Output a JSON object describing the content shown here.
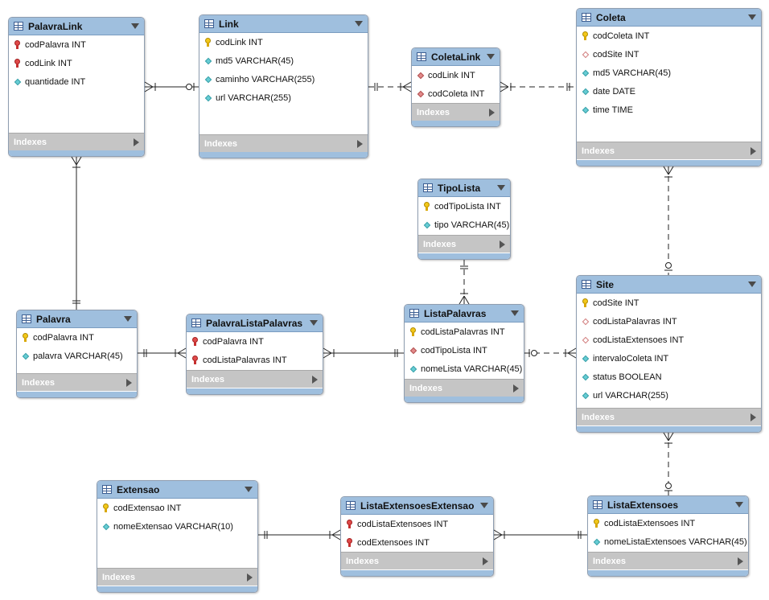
{
  "indexes_label": "Indexes",
  "tables": {
    "palavralink": {
      "name": "PalavraLink",
      "cols": [
        {
          "name": "codPalavra INT",
          "icon": "foreign-key-icon"
        },
        {
          "name": "codLink INT",
          "icon": "foreign-key-icon"
        },
        {
          "name": "quantidade INT",
          "icon": "column-icon"
        }
      ]
    },
    "link": {
      "name": "Link",
      "cols": [
        {
          "name": "codLink INT",
          "icon": "primary-key-icon"
        },
        {
          "name": "md5 VARCHAR(45)",
          "icon": "column-icon"
        },
        {
          "name": "caminho VARCHAR(255)",
          "icon": "column-icon"
        },
        {
          "name": "url VARCHAR(255)",
          "icon": "column-icon"
        }
      ]
    },
    "coletalink": {
      "name": "ColetaLink",
      "cols": [
        {
          "name": "codLink INT",
          "icon": "fk-column-icon"
        },
        {
          "name": "codColeta INT",
          "icon": "fk-column-icon"
        }
      ]
    },
    "coleta": {
      "name": "Coleta",
      "cols": [
        {
          "name": "codColeta INT",
          "icon": "primary-key-icon"
        },
        {
          "name": "codSite INT",
          "icon": "nullable-fk-icon"
        },
        {
          "name": "md5 VARCHAR(45)",
          "icon": "column-icon"
        },
        {
          "name": "date DATE",
          "icon": "column-icon"
        },
        {
          "name": "time TIME",
          "icon": "column-icon"
        }
      ]
    },
    "tipolista": {
      "name": "TipoLista",
      "cols": [
        {
          "name": "codTipoLista INT",
          "icon": "primary-key-icon"
        },
        {
          "name": "tipo VARCHAR(45)",
          "icon": "column-icon"
        }
      ]
    },
    "palavra": {
      "name": "Palavra",
      "cols": [
        {
          "name": "codPalavra INT",
          "icon": "primary-key-icon"
        },
        {
          "name": "palavra VARCHAR(45)",
          "icon": "column-icon"
        }
      ]
    },
    "palavralistapalavras": {
      "name": "PalavraListaPalavras",
      "cols": [
        {
          "name": "codPalavra INT",
          "icon": "foreign-key-icon"
        },
        {
          "name": "codListaPalavras INT",
          "icon": "foreign-key-icon"
        }
      ]
    },
    "listapalavras": {
      "name": "ListaPalavras",
      "cols": [
        {
          "name": "codListaPalavras INT",
          "icon": "primary-key-icon"
        },
        {
          "name": "codTipoLista INT",
          "icon": "fk-column-icon"
        },
        {
          "name": "nomeLista VARCHAR(45)",
          "icon": "column-icon"
        }
      ]
    },
    "site": {
      "name": "Site",
      "cols": [
        {
          "name": "codSite INT",
          "icon": "primary-key-icon"
        },
        {
          "name": "codListaPalavras INT",
          "icon": "nullable-fk-icon"
        },
        {
          "name": "codListaExtensoes INT",
          "icon": "nullable-fk-icon"
        },
        {
          "name": "intervaloColeta INT",
          "icon": "column-icon"
        },
        {
          "name": "status BOOLEAN",
          "icon": "column-icon"
        },
        {
          "name": "url VARCHAR(255)",
          "icon": "column-icon"
        }
      ]
    },
    "extensao": {
      "name": "Extensao",
      "cols": [
        {
          "name": "codExtensao INT",
          "icon": "primary-key-icon"
        },
        {
          "name": "nomeExtensao VARCHAR(10)",
          "icon": "column-icon"
        }
      ]
    },
    "listaextensoesextensao": {
      "name": "ListaExtensoesExtensao",
      "cols": [
        {
          "name": "codListaExtensoes INT",
          "icon": "foreign-key-icon"
        },
        {
          "name": "codExtensoes INT",
          "icon": "foreign-key-icon"
        }
      ]
    },
    "listaextensoes": {
      "name": "ListaExtensoes",
      "cols": [
        {
          "name": "codListaExtensoes INT",
          "icon": "primary-key-icon"
        },
        {
          "name": "nomeListaExtensoes VARCHAR(45)",
          "icon": "column-icon"
        }
      ]
    }
  },
  "relationships": [
    {
      "from": "palavralink",
      "to": "link",
      "style": "solid",
      "from_end": "many",
      "to_end": "zero-or-one"
    },
    {
      "from": "link",
      "to": "coletalink",
      "style": "dashed",
      "from_end": "one",
      "to_end": "many"
    },
    {
      "from": "coletalink",
      "to": "coleta",
      "style": "dashed",
      "from_end": "many",
      "to_end": "one"
    },
    {
      "from": "palavralink",
      "to": "palavra",
      "style": "solid",
      "from_end": "many",
      "to_end": "one"
    },
    {
      "from": "palavra",
      "to": "palavralistapalavras",
      "style": "solid",
      "from_end": "one",
      "to_end": "many"
    },
    {
      "from": "palavralistapalavras",
      "to": "listapalavras",
      "style": "solid",
      "from_end": "many",
      "to_end": "one"
    },
    {
      "from": "tipolista",
      "to": "listapalavras",
      "style": "dashed",
      "from_end": "one",
      "to_end": "many"
    },
    {
      "from": "listapalavras",
      "to": "site",
      "style": "dashed",
      "from_end": "zero-or-one",
      "to_end": "many"
    },
    {
      "from": "coleta",
      "to": "site",
      "style": "dashed",
      "from_end": "many",
      "to_end": "zero-or-one"
    },
    {
      "from": "site",
      "to": "listaextensoes",
      "style": "dashed",
      "from_end": "many",
      "to_end": "zero-or-one"
    },
    {
      "from": "extensao",
      "to": "listaextensoesextensao",
      "style": "solid",
      "from_end": "one",
      "to_end": "many"
    },
    {
      "from": "listaextensoesextensao",
      "to": "listaextensoes",
      "style": "solid",
      "from_end": "many",
      "to_end": "one"
    }
  ]
}
